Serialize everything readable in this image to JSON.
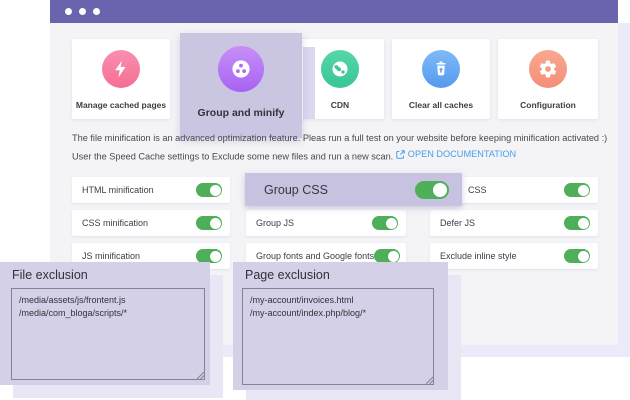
{
  "tabs": [
    {
      "label": "Manage cached pages",
      "icon": "lightning-icon",
      "active": false
    },
    {
      "label": "Group and minify",
      "icon": "group-icon",
      "active": true
    },
    {
      "label": "CDN",
      "icon": "globe-icon",
      "active": false
    },
    {
      "label": "Clear all caches",
      "icon": "trash-icon",
      "active": false
    },
    {
      "label": "Configuration",
      "icon": "gear-icon",
      "active": false
    }
  ],
  "description": {
    "line1": "The file minification is an advanced optimization feature. Pleas run a full test on your website before keeping minification activated :)",
    "line2": "User the Speed Cache settings to Exclude some new files and run a new scan.",
    "link": "OPEN DOCUMENTATION"
  },
  "toggles": {
    "col1": [
      {
        "label": "HTML minification",
        "on": true
      },
      {
        "label": "CSS minification",
        "on": true
      },
      {
        "label": "JS minification",
        "on": true
      }
    ],
    "col2": [
      {
        "label": "Group JS",
        "on": true
      },
      {
        "label": "Group fonts and Google fonts",
        "on": true
      }
    ],
    "col3": [
      {
        "label": "CSS",
        "on": true
      },
      {
        "label": "Defer JS",
        "on": true
      },
      {
        "label": "Exclude inline style",
        "on": true
      }
    ]
  },
  "callout": {
    "label": "Group CSS",
    "on": true
  },
  "panels": [
    {
      "title": "File exclusion",
      "value": "/media/assets/js/frontent.js\n/media/com_bloga/scripts/*"
    },
    {
      "title": "Page exclusion",
      "value": "/my-account/invoices.html\n/my-account/index.php/blog/*"
    }
  ],
  "colors": {
    "titlebar": "#6A63AD",
    "window_bg": "#F4F4F7",
    "active_tab_bg": "#CAC5E1",
    "callout_bg": "#C7C2DF",
    "panel_bg": "#D3D0E7",
    "toggle_on": "#4FAF58",
    "link_blue": "#4A9EE8",
    "icon_pink": "#F56E92",
    "icon_purple": "#A763F2",
    "icon_teal": "#38C597",
    "icon_blue": "#559AF0",
    "icon_salmon": "#F48D7B"
  }
}
